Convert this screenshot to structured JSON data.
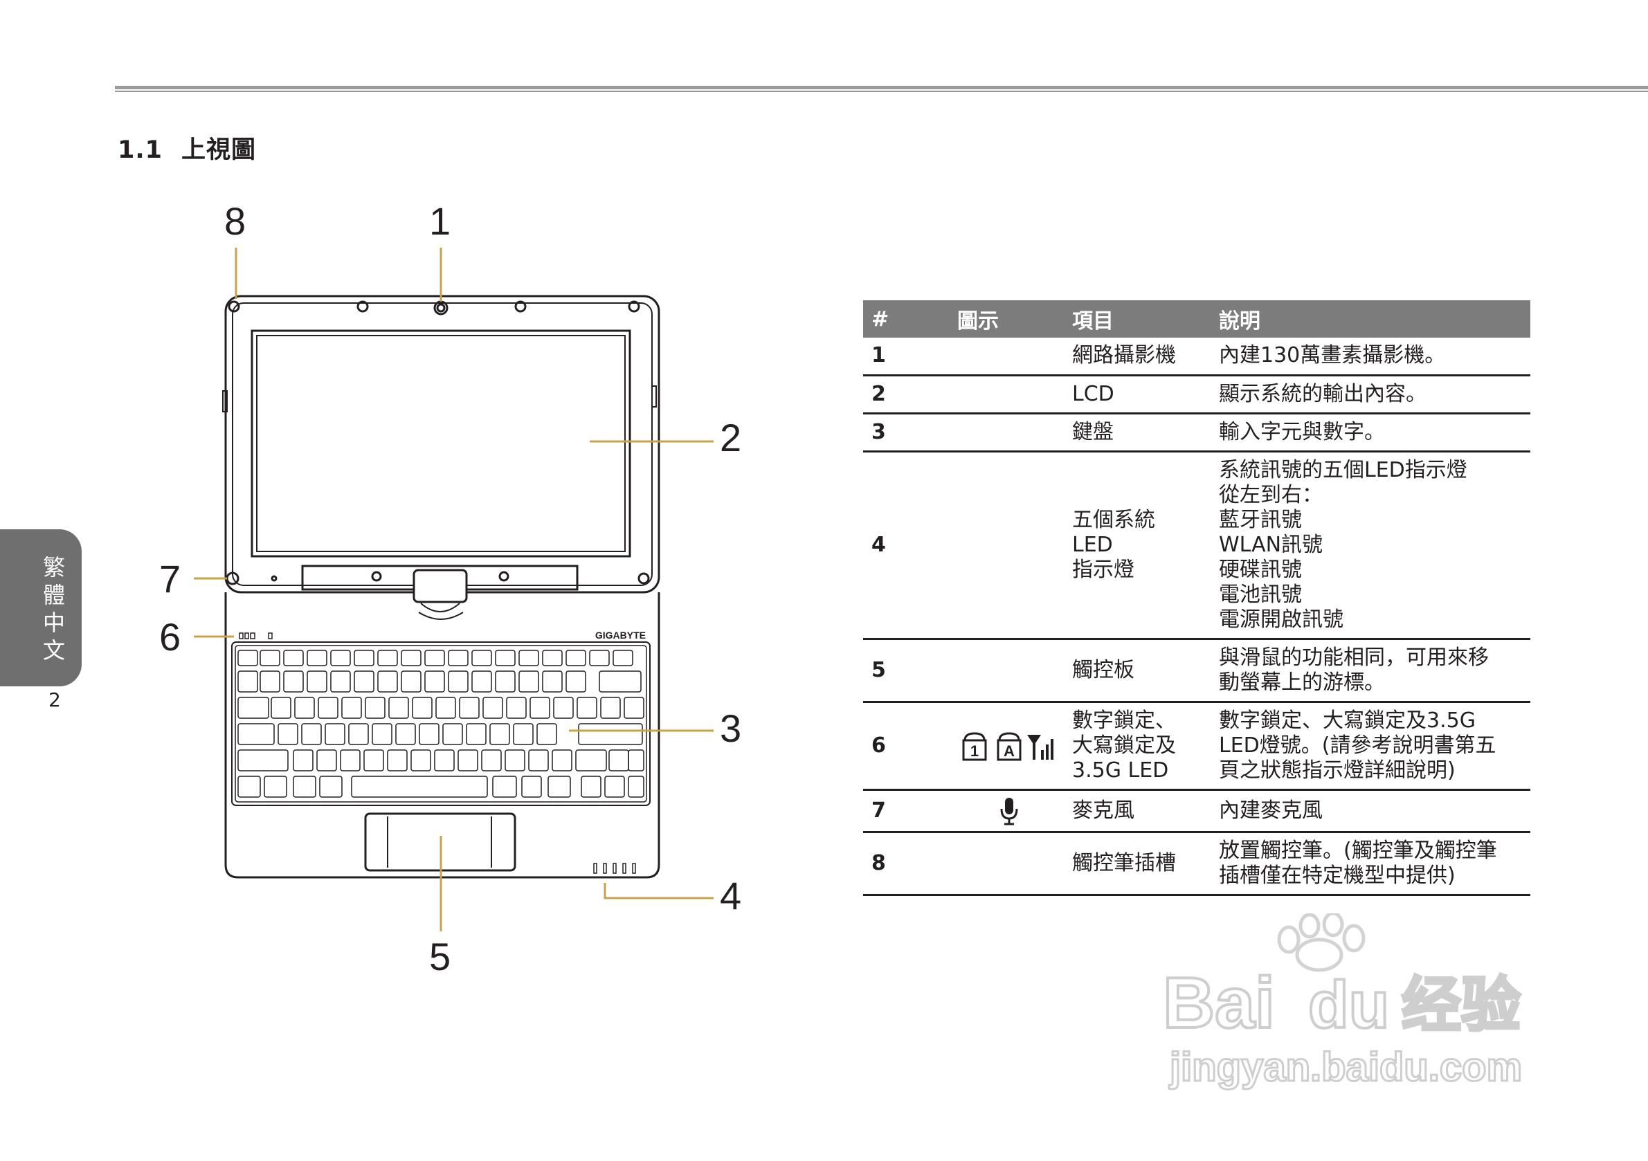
{
  "section": {
    "number": "1.1",
    "title": "上視圖"
  },
  "side_tab": {
    "label": "繁體中文"
  },
  "page_number": "2",
  "callouts": {
    "c1": "1",
    "c2": "2",
    "c3": "3",
    "c4": "4",
    "c5": "5",
    "c6": "6",
    "c7": "7",
    "c8": "8"
  },
  "keyboard": {
    "brand": "GIGABYTE"
  },
  "table": {
    "headers": [
      "#",
      "圖示",
      "項目",
      "說明"
    ],
    "rows": [
      {
        "num": "1",
        "icon": "",
        "item": [
          "網路攝影機"
        ],
        "desc": [
          "內建130萬畫素攝影機。"
        ]
      },
      {
        "num": "2",
        "icon": "",
        "item": [
          "LCD"
        ],
        "desc": [
          "顯示系統的輸出內容。"
        ]
      },
      {
        "num": "3",
        "icon": "",
        "item": [
          "鍵盤"
        ],
        "desc": [
          "輸入字元與數字。"
        ]
      },
      {
        "num": "4",
        "icon": "",
        "item": [
          "五個系統",
          "LED",
          "指示燈"
        ],
        "desc": [
          "系統訊號的五個LED指示燈",
          "從左到右：",
          "藍牙訊號",
          "WLAN訊號",
          "硬碟訊號",
          "電池訊號",
          "電源開啟訊號"
        ]
      },
      {
        "num": "5",
        "icon": "",
        "item": [
          "觸控板"
        ],
        "desc": [
          "與滑鼠的功能相同，可用來移",
          "動螢幕上的游標。"
        ]
      },
      {
        "num": "6",
        "icon": "numlock-capslock-signal-icons",
        "item": [
          "數字鎖定、",
          "大寫鎖定及",
          "3.5G LED"
        ],
        "desc": [
          "數字鎖定、大寫鎖定及3.5G",
          "LED燈號。(請參考說明書第五",
          "頁之狀態指示燈詳細說明)"
        ]
      },
      {
        "num": "7",
        "icon": "microphone-icon",
        "item": [
          "麥克風"
        ],
        "desc": [
          "內建麥克風"
        ]
      },
      {
        "num": "8",
        "icon": "",
        "item": [
          "觸控筆插槽"
        ],
        "desc": [
          "放置觸控筆。(觸控筆及觸控筆",
          "插槽僅在特定機型中提供)"
        ]
      }
    ]
  },
  "watermark": {
    "brand": "Bai",
    "brand2": "du",
    "suffix": "经验",
    "url": "jingyan.baidu.com"
  },
  "colors": {
    "header_bg": "#7c7c7c",
    "callout_line": "#c8a24a",
    "side_tab": "#6f6f6f",
    "rule": "#9a9a9a"
  }
}
